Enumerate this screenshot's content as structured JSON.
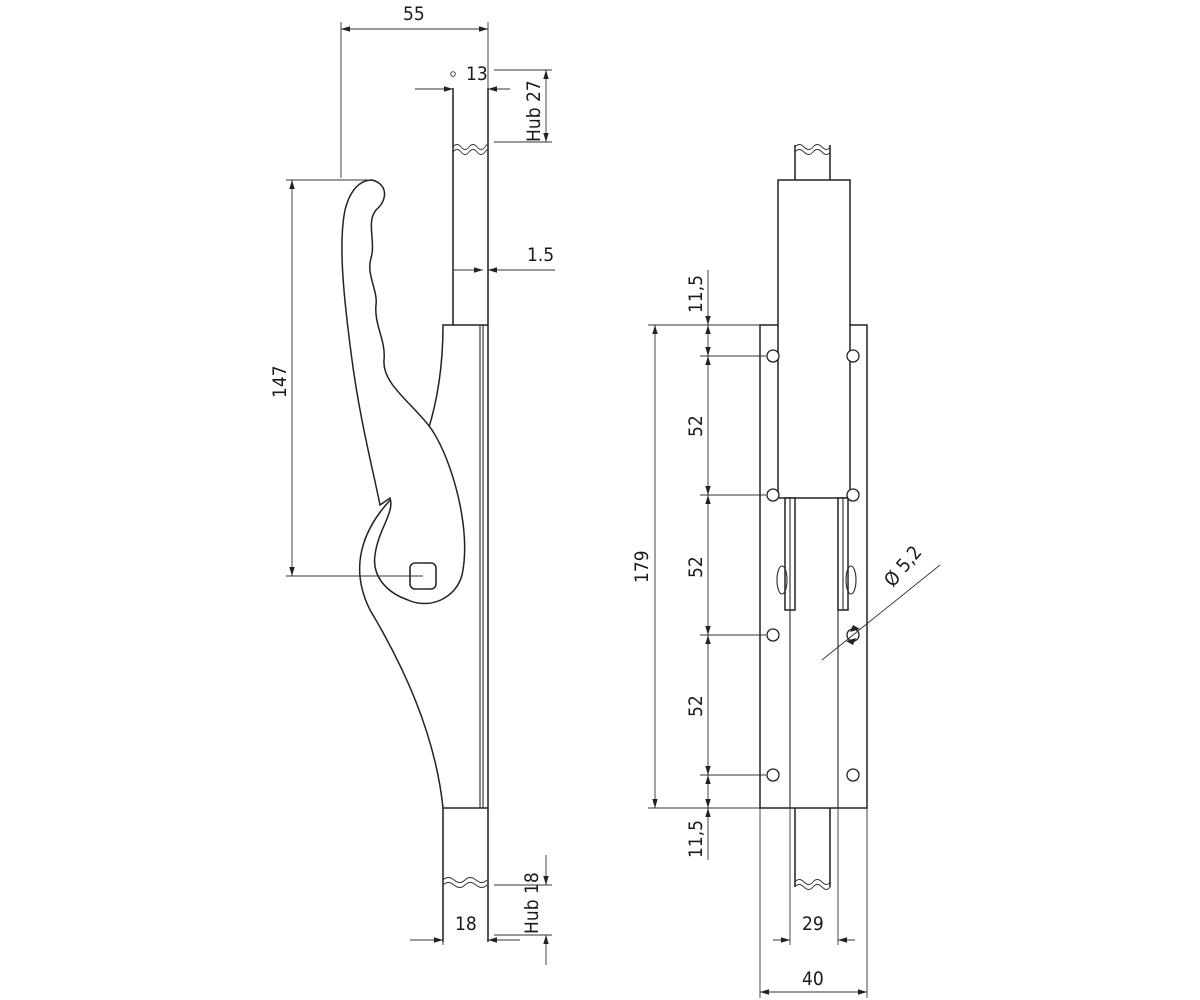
{
  "side_view": {
    "width": "55",
    "rod_diameter": "13",
    "stroke_top": "Hub 27",
    "plate_thickness": "1.5",
    "handle_length": "147",
    "rod_width": "18",
    "stroke_bottom": "Hub 18"
  },
  "front_view": {
    "top_margin": "11,5",
    "spacing_1": "52",
    "spacing_2": "52",
    "spacing_3": "52",
    "bottom_margin": "11,5",
    "plate_length": "179",
    "hole_diameter": "Ø 5,2",
    "inner_width": "29",
    "plate_width": "40"
  }
}
